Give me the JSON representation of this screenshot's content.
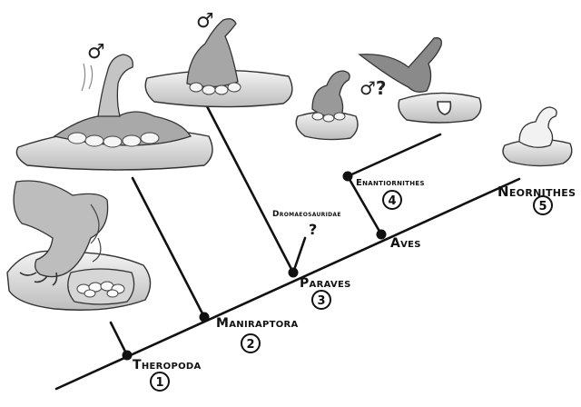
{
  "clades": {
    "theropoda": {
      "name": "Theropoda",
      "number": "1"
    },
    "maniraptora": {
      "name": "Maniraptora",
      "number": "2"
    },
    "paraves": {
      "name": "Paraves",
      "number": "3"
    },
    "dromaeosauridae": {
      "name": "Dromaeosauridae",
      "mark": "?"
    },
    "aves": {
      "name": "Aves"
    },
    "enantiornithes": {
      "name": "Enantiornithes",
      "number": "4"
    },
    "neornithes": {
      "name": "Neornithes",
      "number": "5"
    }
  },
  "annotations": {
    "male_oviraptorid": "♂",
    "male_troodontid": "♂",
    "male_enantiornithine": "♂?"
  }
}
